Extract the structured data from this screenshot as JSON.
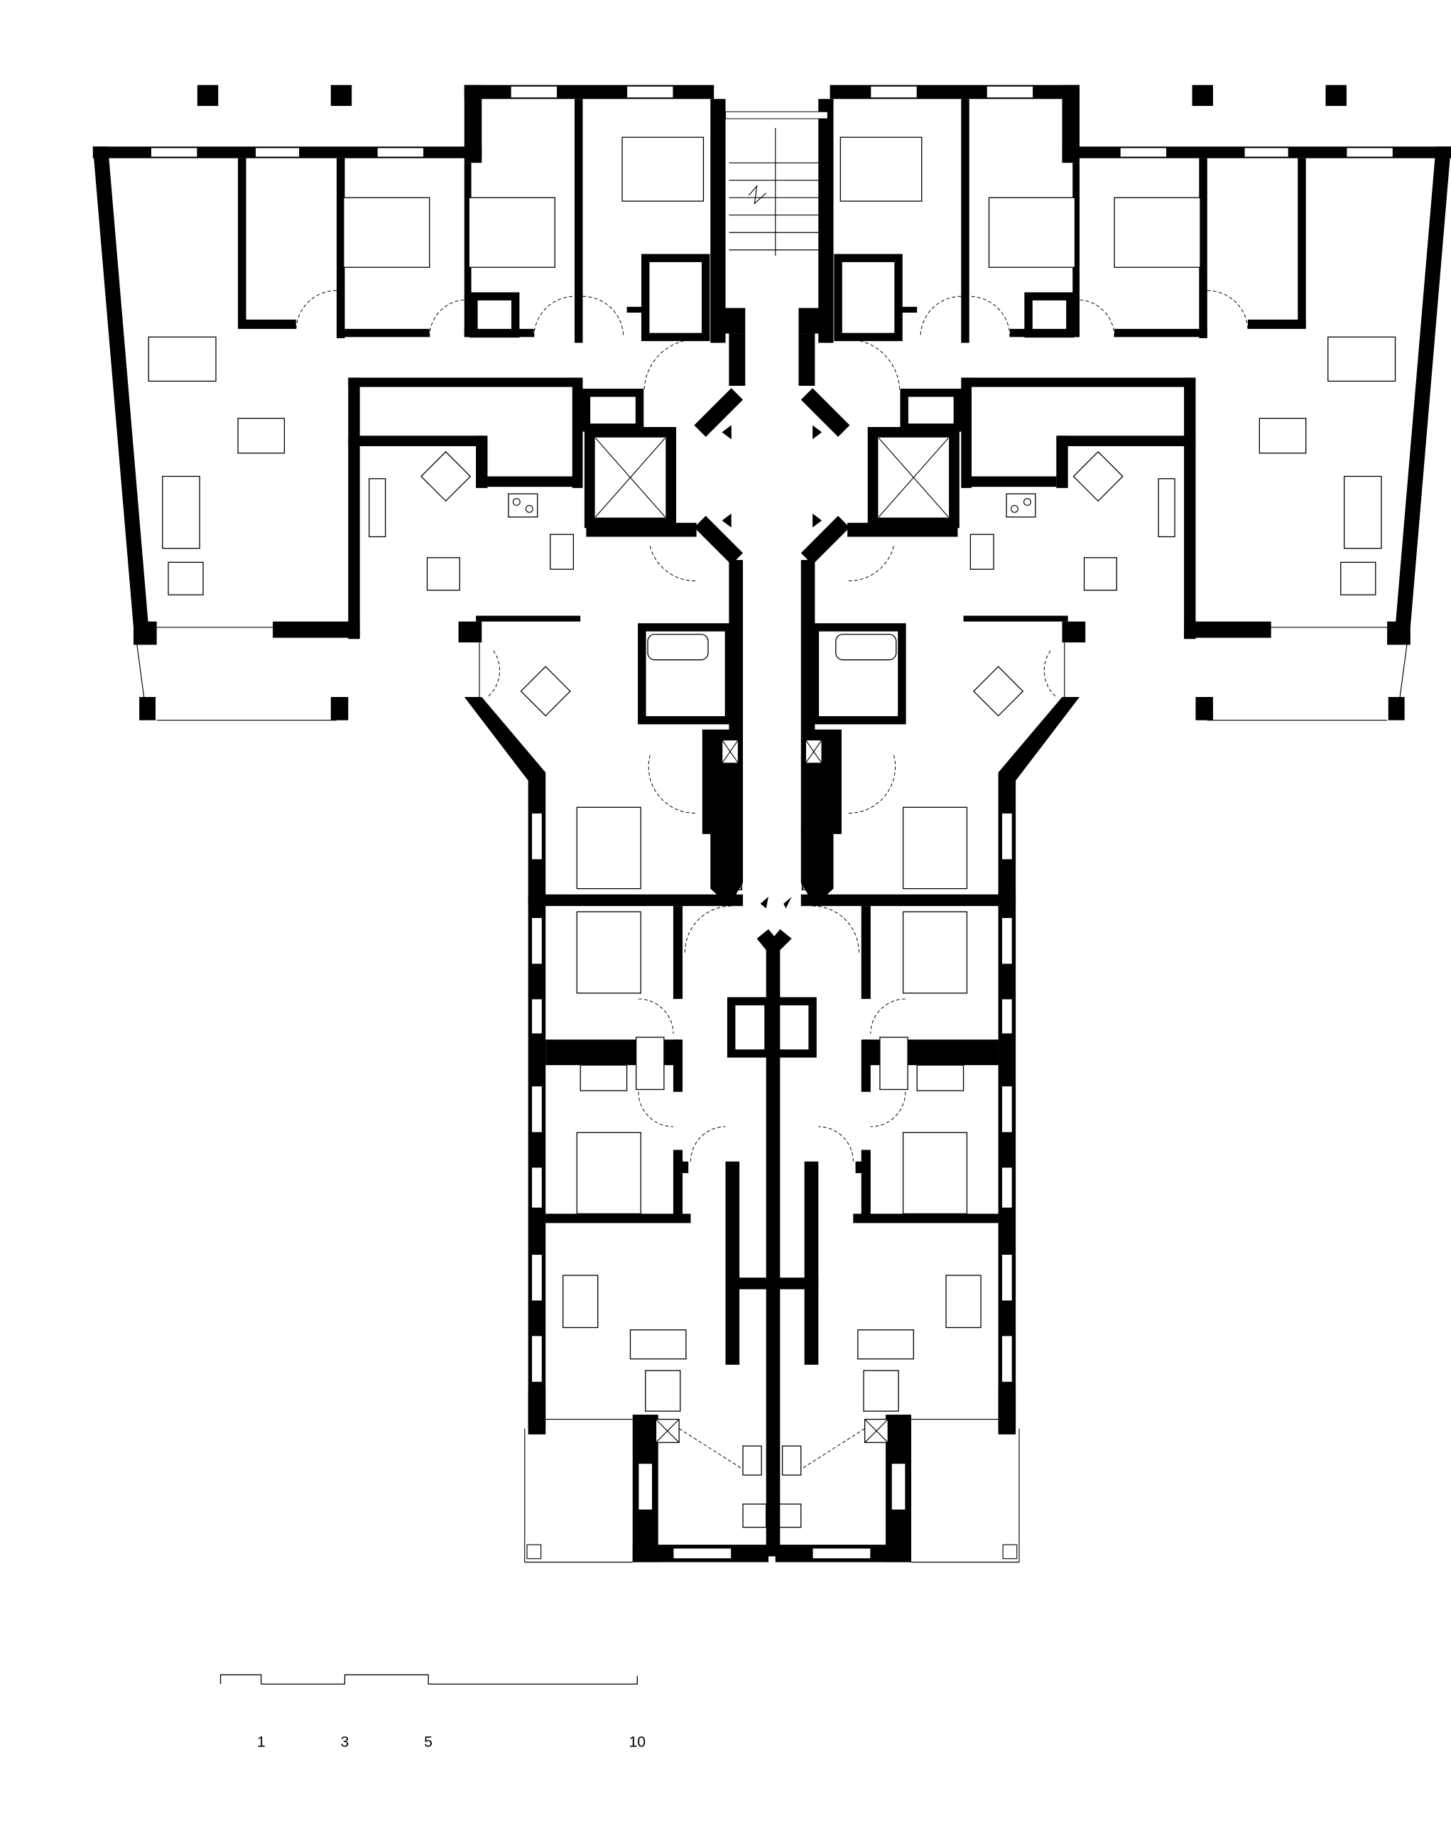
{
  "plan": {
    "type": "residential floor plan",
    "scale_bar": {
      "labels": [
        "1",
        "3",
        "5",
        "10"
      ],
      "color": "#000000"
    }
  }
}
